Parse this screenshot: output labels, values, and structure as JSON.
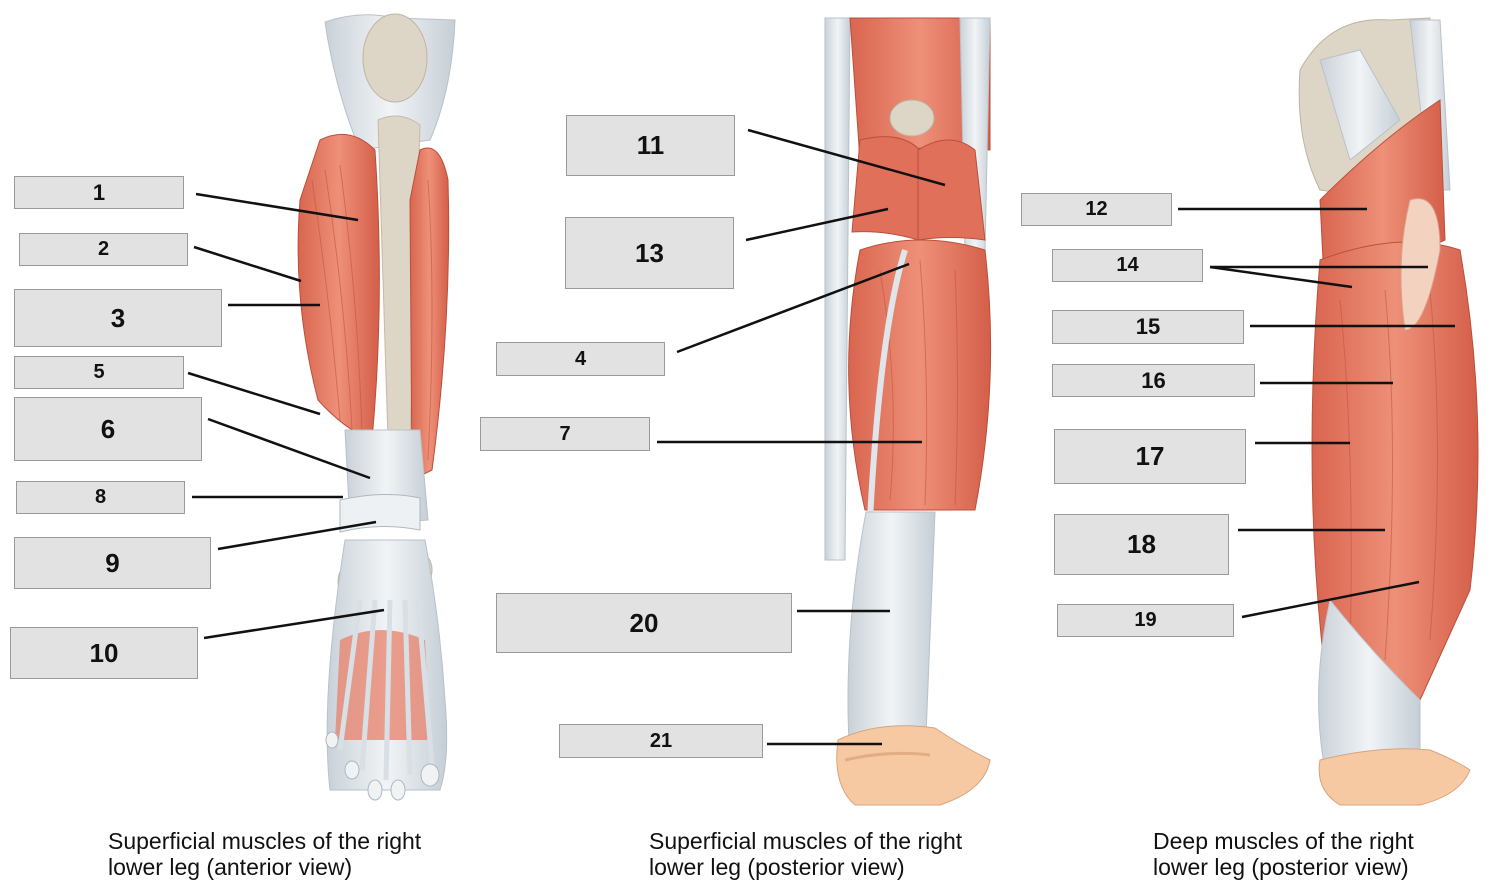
{
  "labels": [
    {
      "id": "box-1",
      "text": "1"
    },
    {
      "id": "box-2",
      "text": "2"
    },
    {
      "id": "box-3",
      "text": "3"
    },
    {
      "id": "box-5",
      "text": "5"
    },
    {
      "id": "box-6",
      "text": "6"
    },
    {
      "id": "box-8",
      "text": "8"
    },
    {
      "id": "box-9",
      "text": "9"
    },
    {
      "id": "box-10",
      "text": "10"
    },
    {
      "id": "box-11",
      "text": "11"
    },
    {
      "id": "box-13",
      "text": "13"
    },
    {
      "id": "box-4",
      "text": "4"
    },
    {
      "id": "box-7",
      "text": "7"
    },
    {
      "id": "box-20",
      "text": "20"
    },
    {
      "id": "box-21",
      "text": "21"
    },
    {
      "id": "box-12",
      "text": "12"
    },
    {
      "id": "box-14",
      "text": "14"
    },
    {
      "id": "box-15",
      "text": "15"
    },
    {
      "id": "box-16",
      "text": "16"
    },
    {
      "id": "box-17",
      "text": "17"
    },
    {
      "id": "box-18",
      "text": "18"
    },
    {
      "id": "box-19",
      "text": "19"
    }
  ],
  "captions": {
    "anterior": {
      "line1": "Superficial muscles of the right",
      "line2": "lower leg (anterior view)"
    },
    "posterior_superficial": {
      "line1": "Superficial muscles of the right",
      "line2": "lower leg (posterior view)"
    },
    "posterior_deep": {
      "line1": "Deep muscles of the right",
      "line2": "lower leg (posterior view)"
    }
  },
  "colors": {
    "muscle": "#e8806a",
    "muscle_dark": "#c9533f",
    "tendon": "#dfe5ea",
    "bone": "#ddd6c6",
    "skin": "#f6c9a3",
    "box_fill": "#e2e2e2",
    "box_border": "#9a9a9a",
    "leader": "#111111"
  }
}
